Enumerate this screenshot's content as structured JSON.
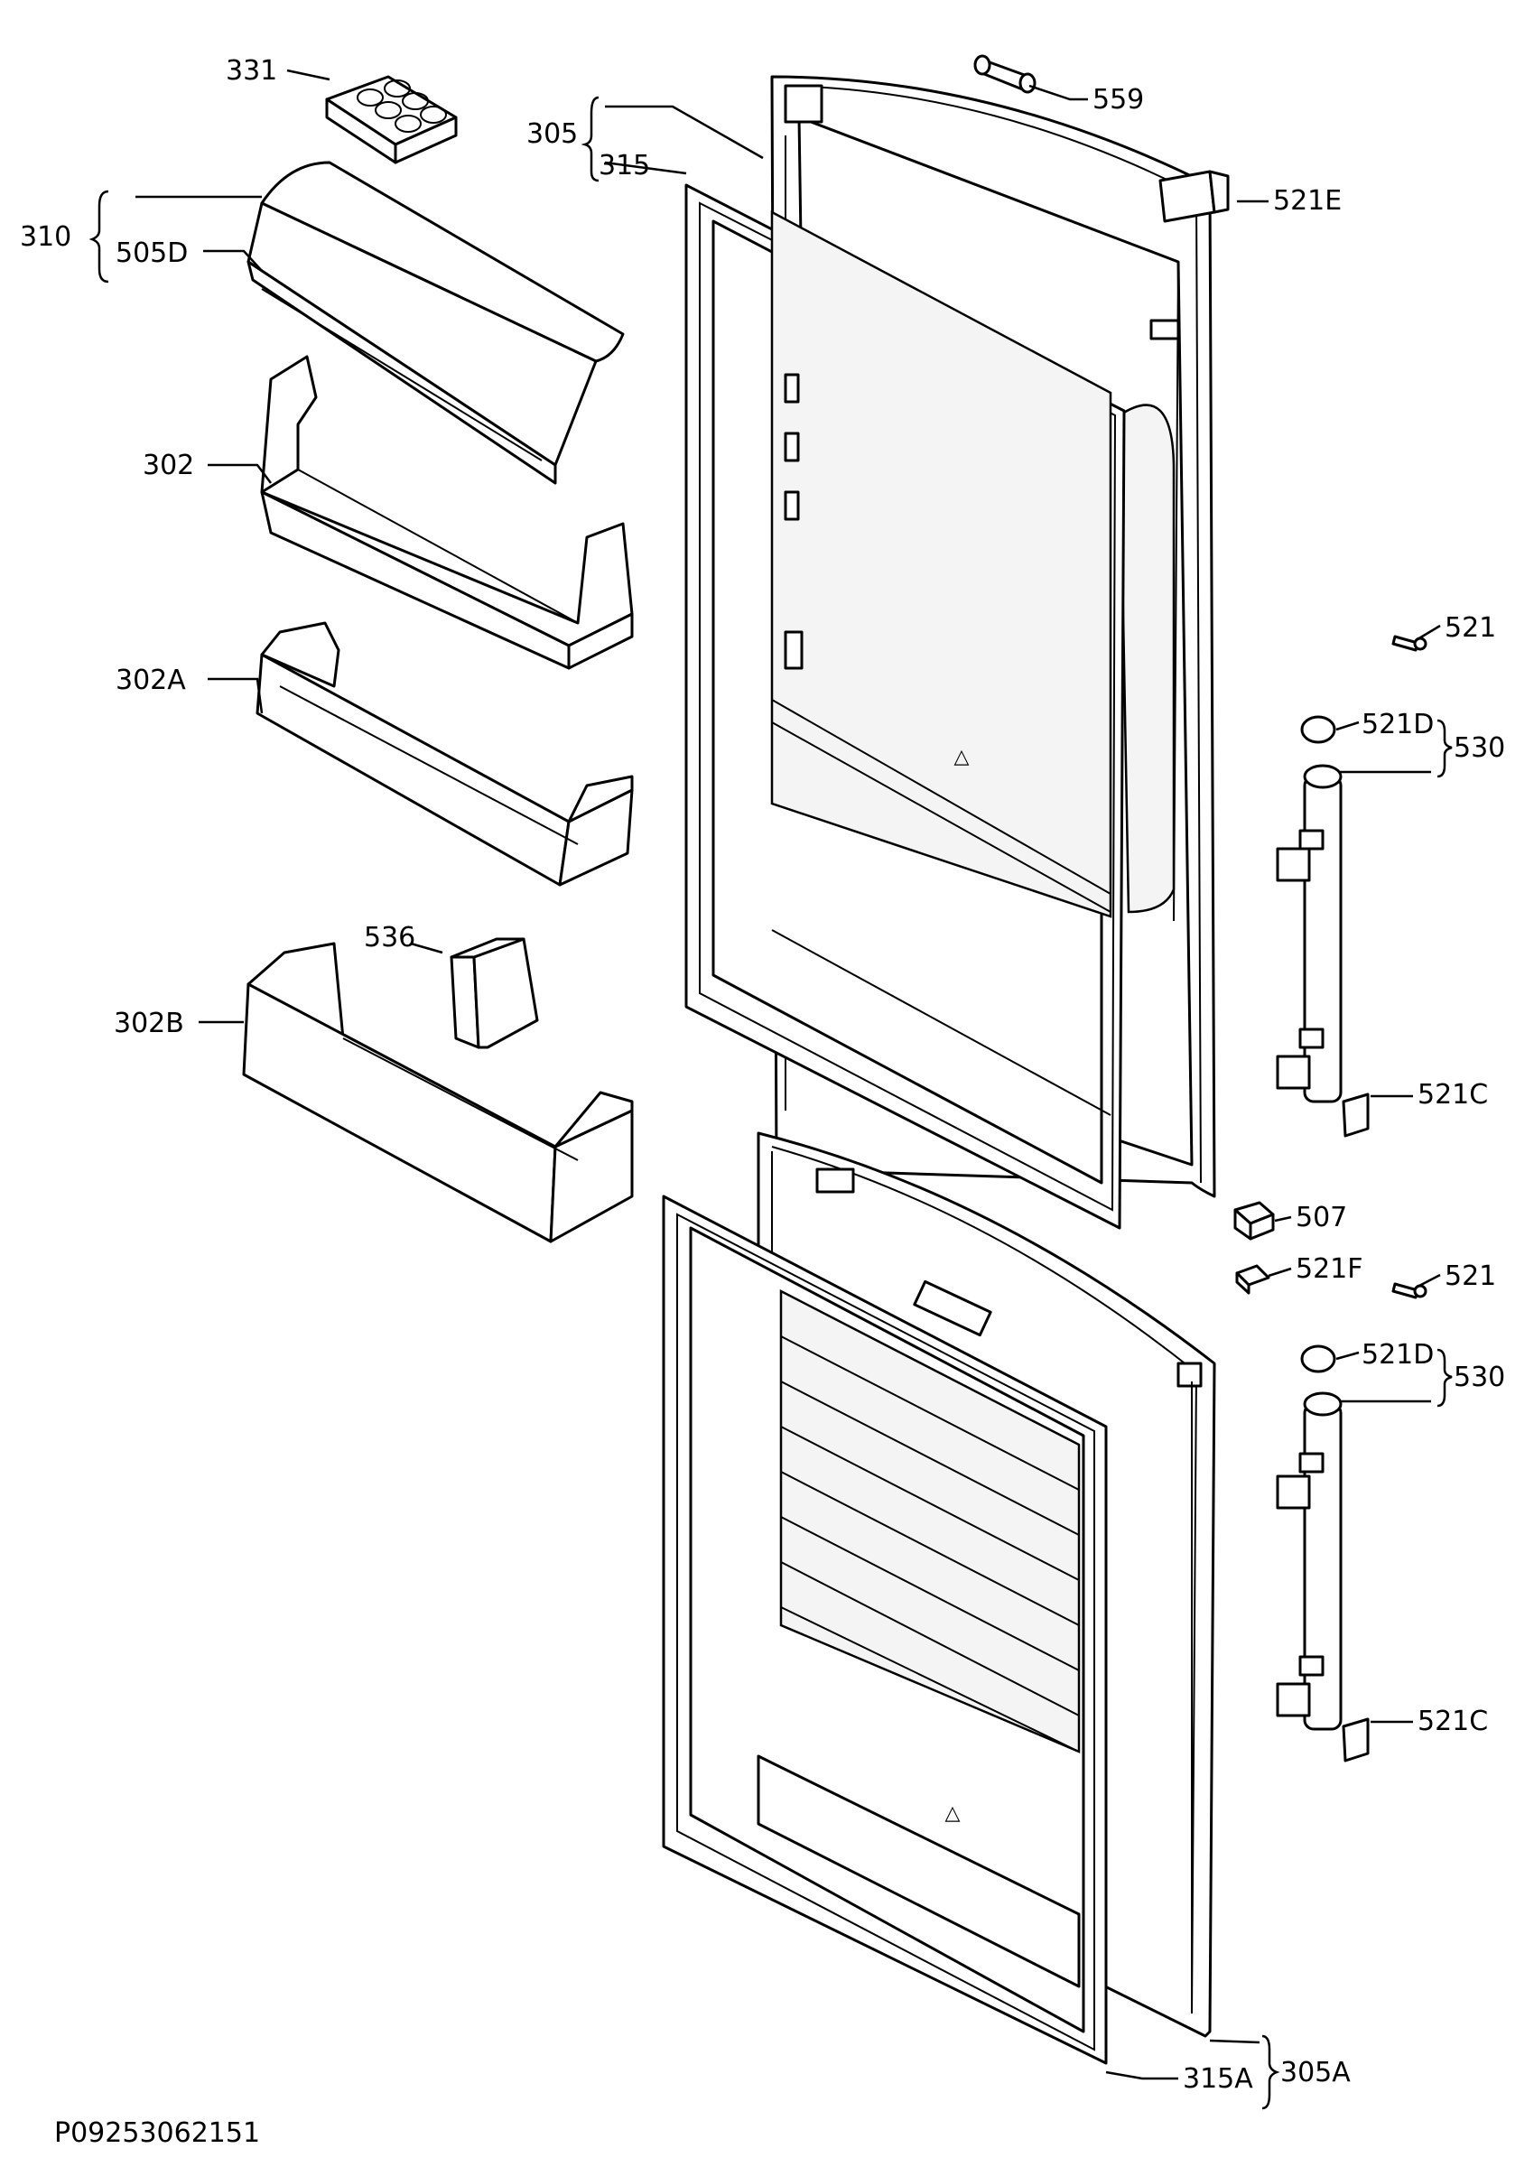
{
  "diagram": {
    "document_id": "P09253062151",
    "labels": {
      "l331": "331",
      "l559": "559",
      "l305": "305",
      "l315": "315",
      "l521E": "521E",
      "l310": "310",
      "l505D": "505D",
      "l302": "302",
      "l302A": "302A",
      "l302B": "302B",
      "l536": "536",
      "l521a": "521",
      "l521D_a": "521D",
      "l530_a": "530",
      "l521C_a": "521C",
      "l507": "507",
      "l521F": "521F",
      "l521b": "521",
      "l521D_b": "521D",
      "l530_b": "530",
      "l521C_b": "521C",
      "l315A": "315A",
      "l305A": "305A"
    }
  }
}
